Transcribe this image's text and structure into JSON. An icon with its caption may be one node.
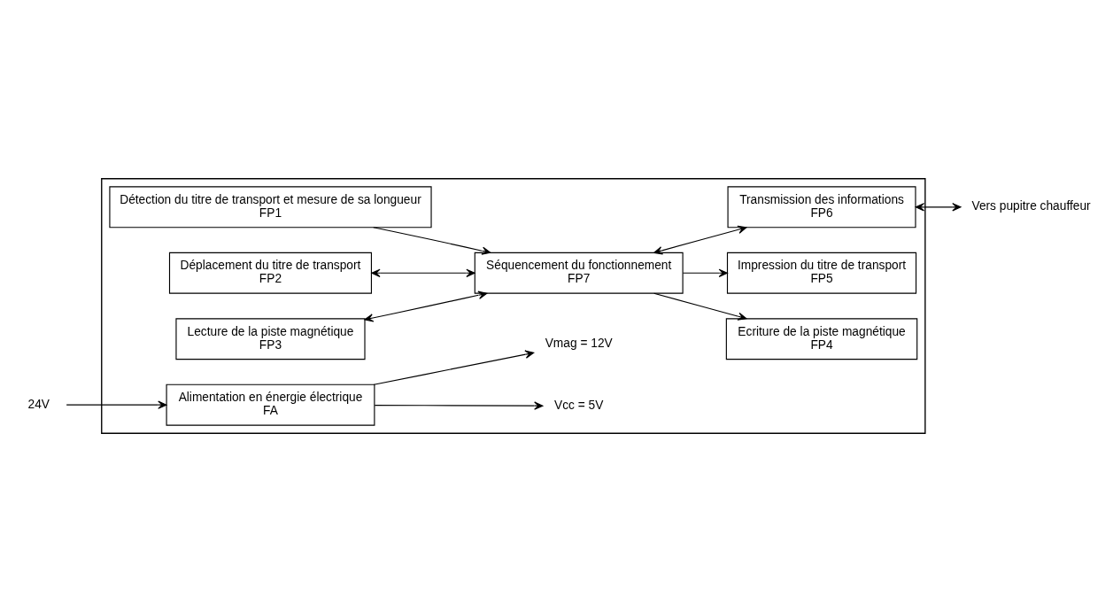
{
  "diagram": {
    "nodes": [
      {
        "text": [],
        "shape": "box"
      },
      {
        "text": [
          "Détection du titre de transport et mesure de sa longueur",
          "FP1"
        ],
        "in": 0
      },
      {
        "text": [
          "Déplacement du titre de transport",
          "FP2"
        ],
        "in": 0
      },
      {
        "text": [
          "Lecture de la piste magnétique",
          "FP3"
        ],
        "in": 0
      },
      {
        "text": [
          "Ecriture de la piste magnétique",
          "FP4"
        ],
        "in": 0
      },
      {
        "text": [
          "Séquencement du fonctionnement",
          "FP7"
        ],
        "in": 0
      },
      {
        "text": [
          "Impression du titre de transport",
          "FP5"
        ],
        "in": 0
      },
      {
        "text": [
          "Alimentation en énergie électrique",
          "FA"
        ],
        "in": 0
      },
      {
        "text": [
          "Transmission des informations",
          "FP6"
        ],
        "in": 0
      },
      {
        "text": [
          "24V"
        ]
      },
      {
        "text": [
          "Vcc = 5V"
        ],
        "in": 0
      },
      {
        "text": [
          "Vmag = 12V"
        ],
        "in": 0
      },
      {
        "text": [
          "Vers pupitre chauffeur"
        ]
      }
    ],
    "edges": [
      {
        "from": 1,
        "to": 5,
        "arrow": "to"
      },
      {
        "from": 2,
        "to": 5,
        "arrow": "both"
      },
      {
        "from": 3,
        "to": 5,
        "arrow": "both"
      },
      {
        "from": 5,
        "to": 4,
        "arrow": "to"
      },
      {
        "from": 5,
        "to": 6,
        "arrow": "to"
      },
      {
        "from": 5,
        "to": 8,
        "arrow": "both"
      },
      {
        "from": 9,
        "to": 7,
        "arrow": "to"
      },
      {
        "from": 7,
        "to": 10,
        "arrow": "to"
      },
      {
        "from": 7,
        "to": 11,
        "arrow": "to"
      },
      {
        "from": 8,
        "to": 12,
        "arrow": "both"
      }
    ]
  }
}
